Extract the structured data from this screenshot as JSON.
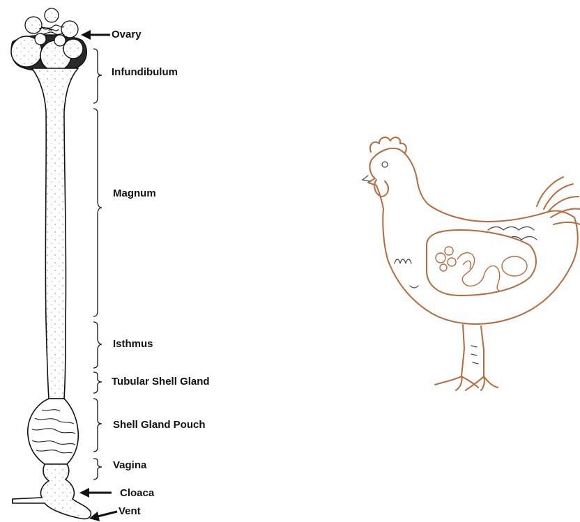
{
  "labels": {
    "ovary": "Ovary",
    "infundibulum": "Infundibulum",
    "magnum": "Magnum",
    "isthmus": "Isthmus",
    "tubular_shell_gland": "Tubular Shell Gland",
    "shell_gland_pouch": "Shell Gland Pouch",
    "vagina": "Vagina",
    "cloaca": "Cloaca",
    "vent": "Vent"
  },
  "colors": {
    "ink": "#111111",
    "hen_outline": "#b86a3c",
    "hen_detail": "#444444",
    "stipple": "#333333"
  },
  "icons": {
    "oviduct": "oviduct-illustration",
    "hen": "hen-illustration"
  }
}
